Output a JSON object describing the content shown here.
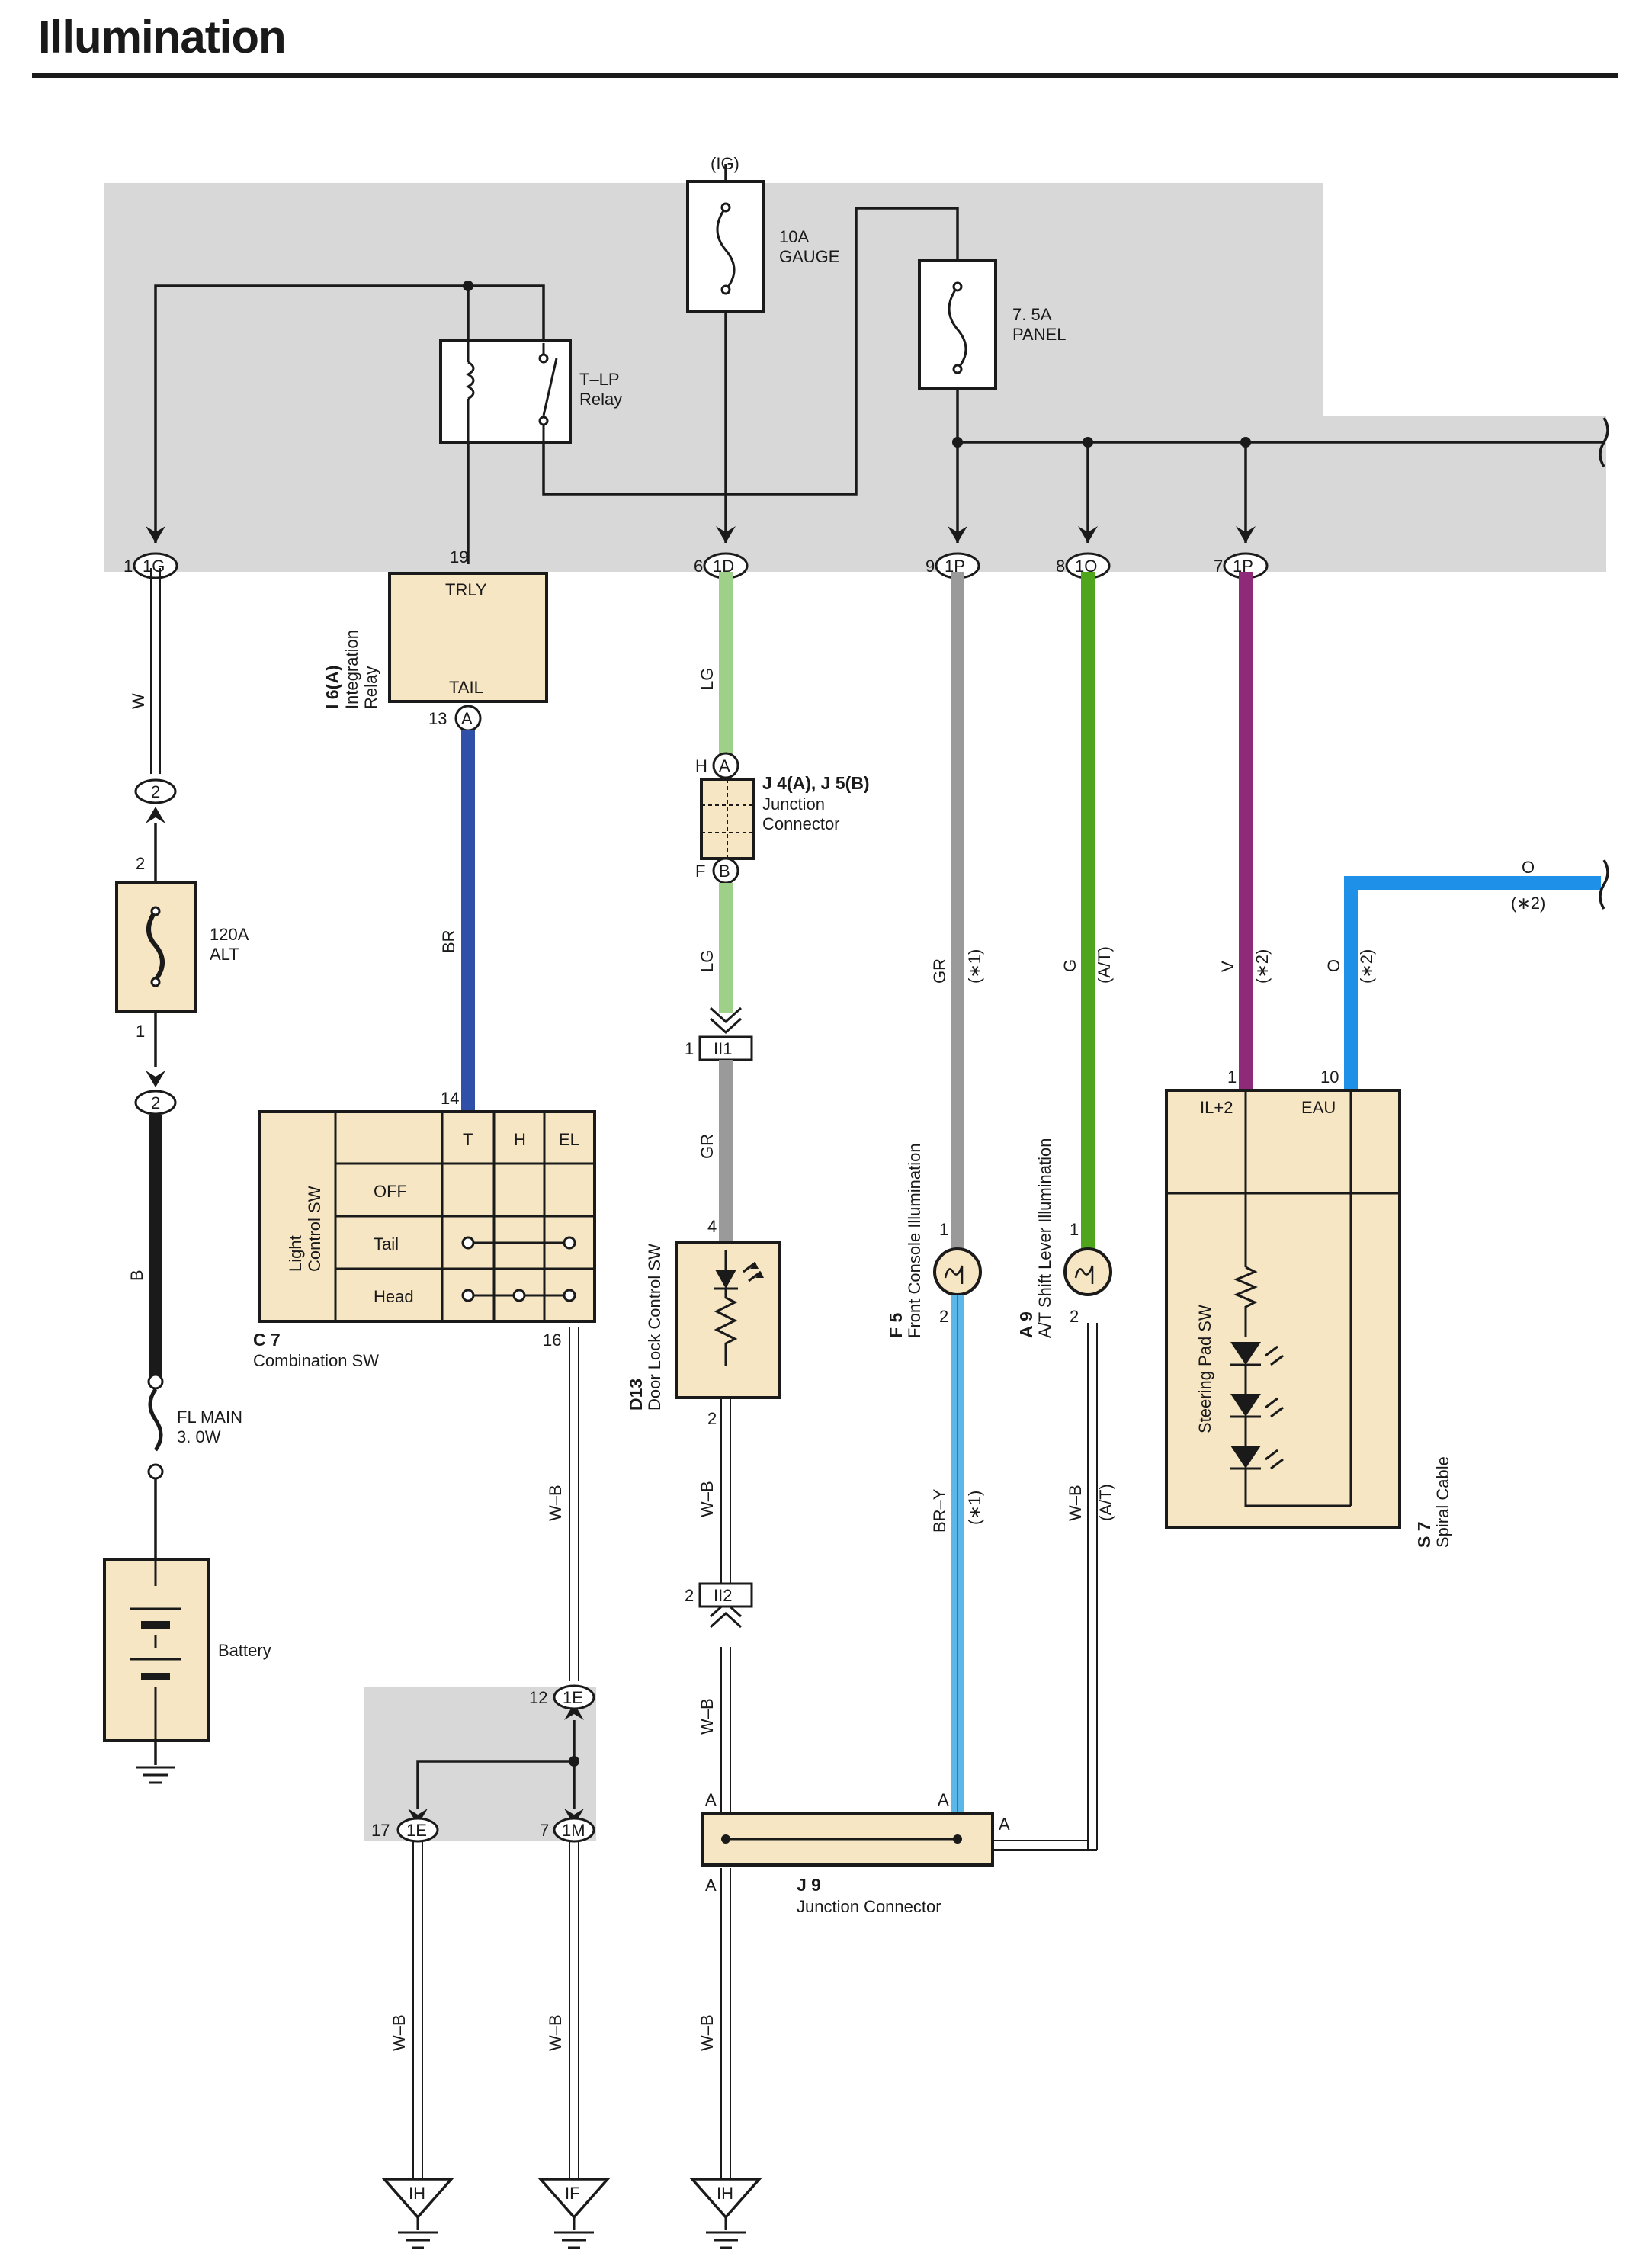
{
  "title": "Illumination",
  "fuses": {
    "ig_label": "(IG)",
    "gauge": [
      "10A",
      "GAUGE"
    ],
    "panel": [
      "7. 5A",
      "PANEL"
    ],
    "alt": [
      "120A",
      "ALT"
    ],
    "fl_main": [
      "FL MAIN",
      "3. 0W"
    ]
  },
  "relay": {
    "label": [
      "T–LP",
      "Relay"
    ]
  },
  "junction_block_pins": [
    {
      "num": "1",
      "code": "1G"
    },
    {
      "num": "19",
      "code": ""
    },
    {
      "num": "6",
      "code": "1D"
    },
    {
      "num": "9",
      "code": "1P"
    },
    {
      "num": "8",
      "code": "1Q"
    },
    {
      "num": "7",
      "code": "1P"
    }
  ],
  "integration_relay": {
    "id": "I 6(A)",
    "name": [
      "Integration",
      "Relay"
    ],
    "terminals": [
      "TRLY",
      "TAIL"
    ],
    "pin": "13",
    "conn": "A"
  },
  "junction_connector_j4": {
    "id": "J 4(A), J 5(B)",
    "name": [
      "Junction",
      "Connector"
    ],
    "pins": [
      {
        "num": "H",
        "conn": "A"
      },
      {
        "num": "F",
        "conn": "B"
      }
    ]
  },
  "combination_sw": {
    "id": "C 7",
    "name": "Combination SW",
    "side_label": [
      "Light",
      "Control SW"
    ],
    "columns": [
      "T",
      "H",
      "EL"
    ],
    "rows": [
      "OFF",
      "Tail",
      "Head"
    ],
    "pin_top": "14",
    "pin_bottom": "16"
  },
  "door_lock_sw": {
    "id": "D13",
    "name": "Door Lock Control SW",
    "pin_top": "4",
    "pin_bottom": "2"
  },
  "front_console": {
    "id": "F 5",
    "name": "Front Console Illumination",
    "pin_top": "1",
    "pin_bottom": "2"
  },
  "shift_lever": {
    "id": "A 9",
    "name": "A/T Shift Lever Illumination",
    "pin_top": "1",
    "pin_bottom": "2"
  },
  "steering_pad": {
    "id": "S 7",
    "name": "Spiral Cable",
    "inner_label": "Steering Pad SW",
    "terminals": [
      "IL+2",
      "EAU"
    ],
    "pins": [
      "1",
      "10"
    ]
  },
  "battery": {
    "label": "Battery"
  },
  "connectors": {
    "ii1": {
      "num": "1",
      "code": "II1"
    },
    "ii2": {
      "num": "2",
      "code": "II2"
    },
    "e12": {
      "num": "12",
      "code": "1E"
    },
    "e17": {
      "num": "17",
      "code": "1E"
    },
    "m7": {
      "num": "7",
      "code": "1M"
    },
    "alt_top": {
      "num": "2",
      "code": "2"
    },
    "alt_bottom": {
      "num": "1",
      "code": "2"
    }
  },
  "junction_j9": {
    "id": "J 9",
    "name": "Junction Connector",
    "pin": "A"
  },
  "wire_labels": {
    "w": "W",
    "b": "B",
    "br": "BR",
    "lg": "LG",
    "gr": "GR",
    "g": "G",
    "v": "V",
    "o": "O",
    "wb": "W–B",
    "bry": "BR–Y",
    "at": "(A/T)",
    "star1": "(∗1)",
    "star2": "(∗2)"
  },
  "grounds": [
    "IH",
    "IF",
    "IH"
  ],
  "colors": {
    "shaded_box": "#d9d9d9",
    "component_fill": "#f7e6c4",
    "blue_wire": "#2f4fa8",
    "light_green_wire": "#9fd08a",
    "gray_wire": "#9a9a9a",
    "green_wire": "#4fa61c",
    "violet_wire": "#8e2a78",
    "orange_wire_blue": "#1e90e8",
    "bry_wire": "#5bb7e8"
  }
}
